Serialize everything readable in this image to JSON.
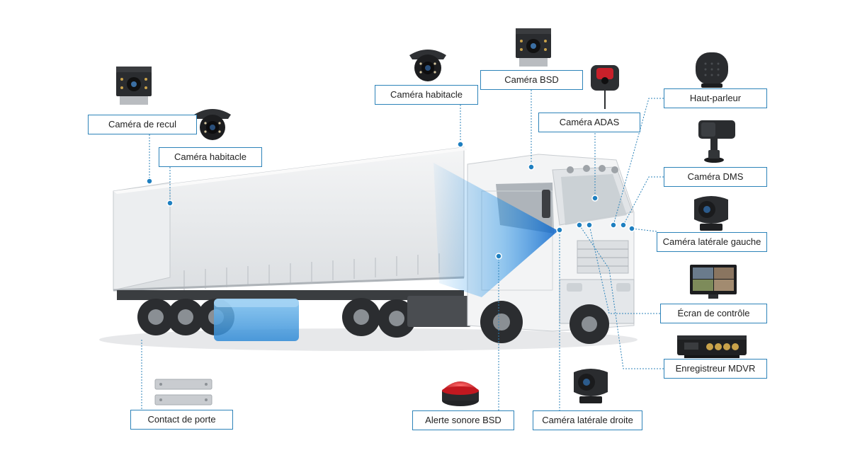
{
  "colors": {
    "accent": "#2d83b9",
    "callout_dot": "#1e7fc0",
    "camera_field_of_view": "#1e8fe6",
    "trailer": "#e6e8ea",
    "cab": "#f2f3f4",
    "alarm_red": "#d8232a"
  },
  "labels": {
    "rear_camera": "Caméra de recul",
    "cabin_camera_left": "Caméra habitacle",
    "cabin_camera_top": "Caméra habitacle",
    "bsd_camera": "Caméra BSD",
    "adas_camera": "Caméra ADAS",
    "speaker": "Haut-parleur",
    "dms_camera": "Caméra DMS",
    "left_side_camera": "Caméra latérale gauche",
    "monitor": "Écran de contrôle",
    "mdvr": "Enregistreur MDVR",
    "right_side_camera": "Caméra latérale droite",
    "bsd_buzzer": "Alerte sonore BSD",
    "door_contact": "Contact de porte"
  },
  "icons": {
    "rear_camera": "reversing-camera-icon",
    "cabin_camera_left": "dome-camera-icon",
    "cabin_camera_top": "dome-camera-icon",
    "bsd_camera": "reversing-camera-icon",
    "adas_camera": "adas-camera-icon",
    "speaker": "speaker-icon",
    "dms_camera": "dms-camera-icon",
    "left_side_camera": "side-camera-icon",
    "monitor": "monitor-icon",
    "mdvr": "mdvr-recorder-icon",
    "right_side_camera": "side-camera-icon",
    "bsd_buzzer": "buzzer-icon",
    "door_contact": "door-sensor-icon"
  }
}
